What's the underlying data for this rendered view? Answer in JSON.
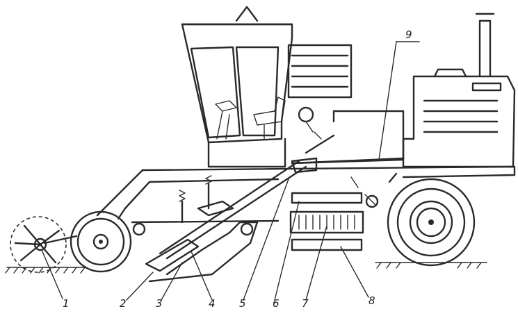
{
  "diagram": {
    "callouts": [
      {
        "id": "1",
        "text": "1"
      },
      {
        "id": "2",
        "text": "2"
      },
      {
        "id": "3",
        "text": "3"
      },
      {
        "id": "4",
        "text": "4"
      },
      {
        "id": "5",
        "text": "5"
      },
      {
        "id": "6",
        "text": "6"
      },
      {
        "id": "7",
        "text": "7"
      },
      {
        "id": "8",
        "text": "8"
      },
      {
        "id": "9",
        "text": "9"
      }
    ]
  },
  "colors": {
    "ink": "#2a2a2a",
    "paper": "#ffffff"
  }
}
